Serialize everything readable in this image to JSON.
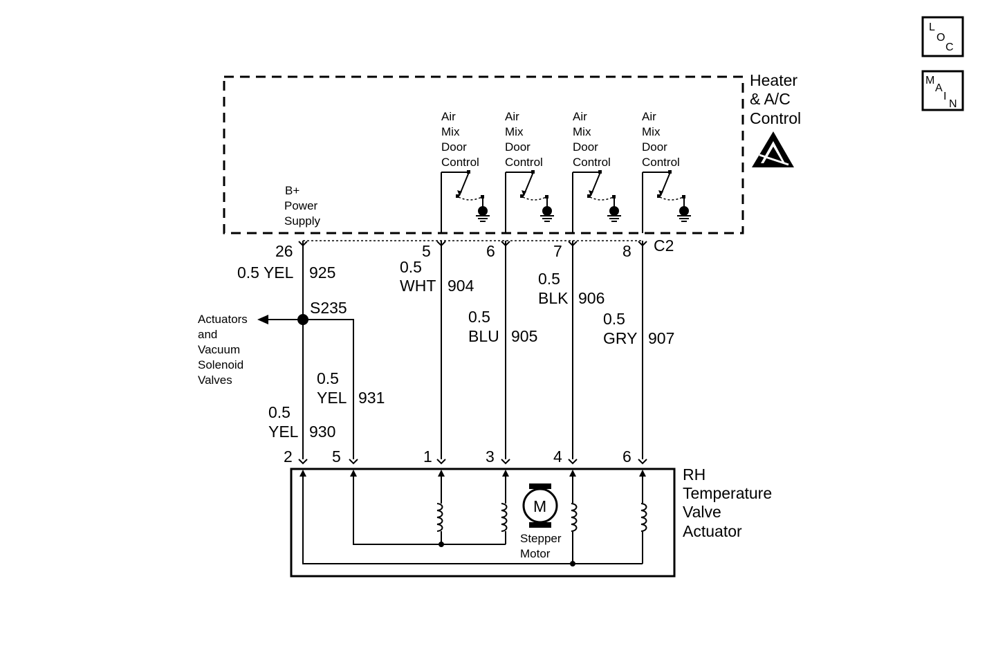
{
  "nav": {
    "loc": {
      "l1": "L",
      "l2": "O",
      "l3": "C"
    },
    "main": {
      "l1": "M",
      "l2": "A",
      "l3": "I",
      "l4": "N"
    }
  },
  "heater_control": {
    "title": [
      "Heater",
      "& A/C",
      "Control"
    ],
    "connector": "C2",
    "power_label": [
      "B+",
      "Power",
      "Supply"
    ],
    "door_label": [
      "Air",
      "Mix",
      "Door",
      "Control"
    ]
  },
  "actuator": {
    "title": [
      "RH",
      "Temperature",
      "Valve",
      "Actuator"
    ],
    "motor_symbol": "M",
    "motor_label": [
      "Stepper",
      "Motor"
    ]
  },
  "splice": {
    "name": "S235",
    "branch_label": [
      "Actuators",
      "and",
      "Vacuum",
      "Solenoid",
      "Valves"
    ]
  },
  "pins_top": [
    "26",
    "5",
    "6",
    "7",
    "8"
  ],
  "pins_bottom": [
    "2",
    "5",
    "1",
    "3",
    "4",
    "6"
  ],
  "wires": {
    "w925": {
      "gauge_color": "0.5 YEL",
      "circuit": "925"
    },
    "w904": {
      "gauge": "0.5",
      "color": "WHT",
      "circuit": "904"
    },
    "w905": {
      "gauge": "0.5",
      "color": "BLU",
      "circuit": "905"
    },
    "w906": {
      "gauge": "0.5",
      "color": "BLK",
      "circuit": "906"
    },
    "w907": {
      "gauge": "0.5",
      "color": "GRY",
      "circuit": "907"
    },
    "w931": {
      "gauge": "0.5",
      "color": "YEL",
      "circuit": "931"
    },
    "w930": {
      "gauge": "0.5",
      "color": "YEL",
      "circuit": "930"
    }
  }
}
